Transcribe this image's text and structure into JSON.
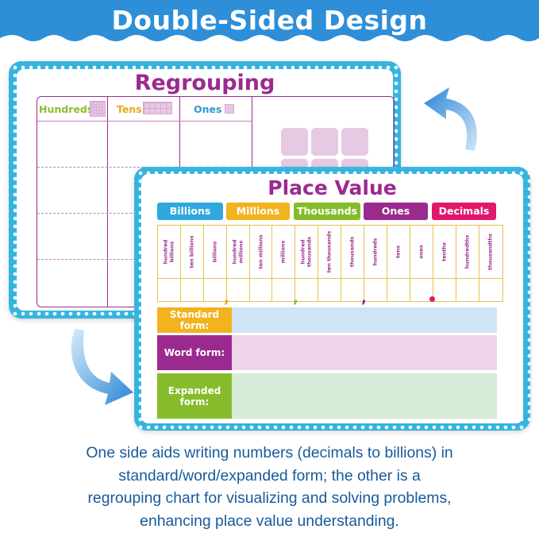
{
  "banner": {
    "title": "Double-Sided Design",
    "color": "#2e8fd8"
  },
  "regrouping": {
    "title": "Regrouping",
    "columns": [
      {
        "label": "Hundreds",
        "color": "#8dbd2a"
      },
      {
        "label": "Tens",
        "color": "#e4a914"
      },
      {
        "label": "Ones",
        "color": "#2b9ad3"
      }
    ]
  },
  "place_value": {
    "title": "Place Value",
    "groups": [
      {
        "label": "Billions",
        "color": "#2ea8de"
      },
      {
        "label": "Millions",
        "color": "#f2b31e"
      },
      {
        "label": "Thousands",
        "color": "#86bc2b"
      },
      {
        "label": "Ones",
        "color": "#9b2a8f"
      },
      {
        "label": "Decimals",
        "color": "#e2186e"
      }
    ],
    "places": [
      "hundred billions",
      "ten billions",
      "billions",
      "hundred millions",
      "ten millions",
      "millions",
      "hundred thousands",
      "ten thousands",
      "thousands",
      "hundreds",
      "tens",
      "ones",
      "tenths",
      "hundredths",
      "thousandths"
    ],
    "rows": [
      {
        "label": "Standard form:",
        "label_color": "#f2b31e",
        "fill": "#cfe5f6"
      },
      {
        "label": "Word form:",
        "label_color": "#9b2a8f",
        "fill": "#efd4ea"
      },
      {
        "label": "Expanded form:",
        "label_color": "#86bc2b",
        "fill": "#d5ecd8"
      }
    ]
  },
  "caption": {
    "lines": [
      "One side aids writing numbers (decimals to billions) in",
      "standard/word/expanded form; the other is a",
      "regrouping chart for visualizing and solving problems,",
      "enhancing place value understanding."
    ]
  }
}
